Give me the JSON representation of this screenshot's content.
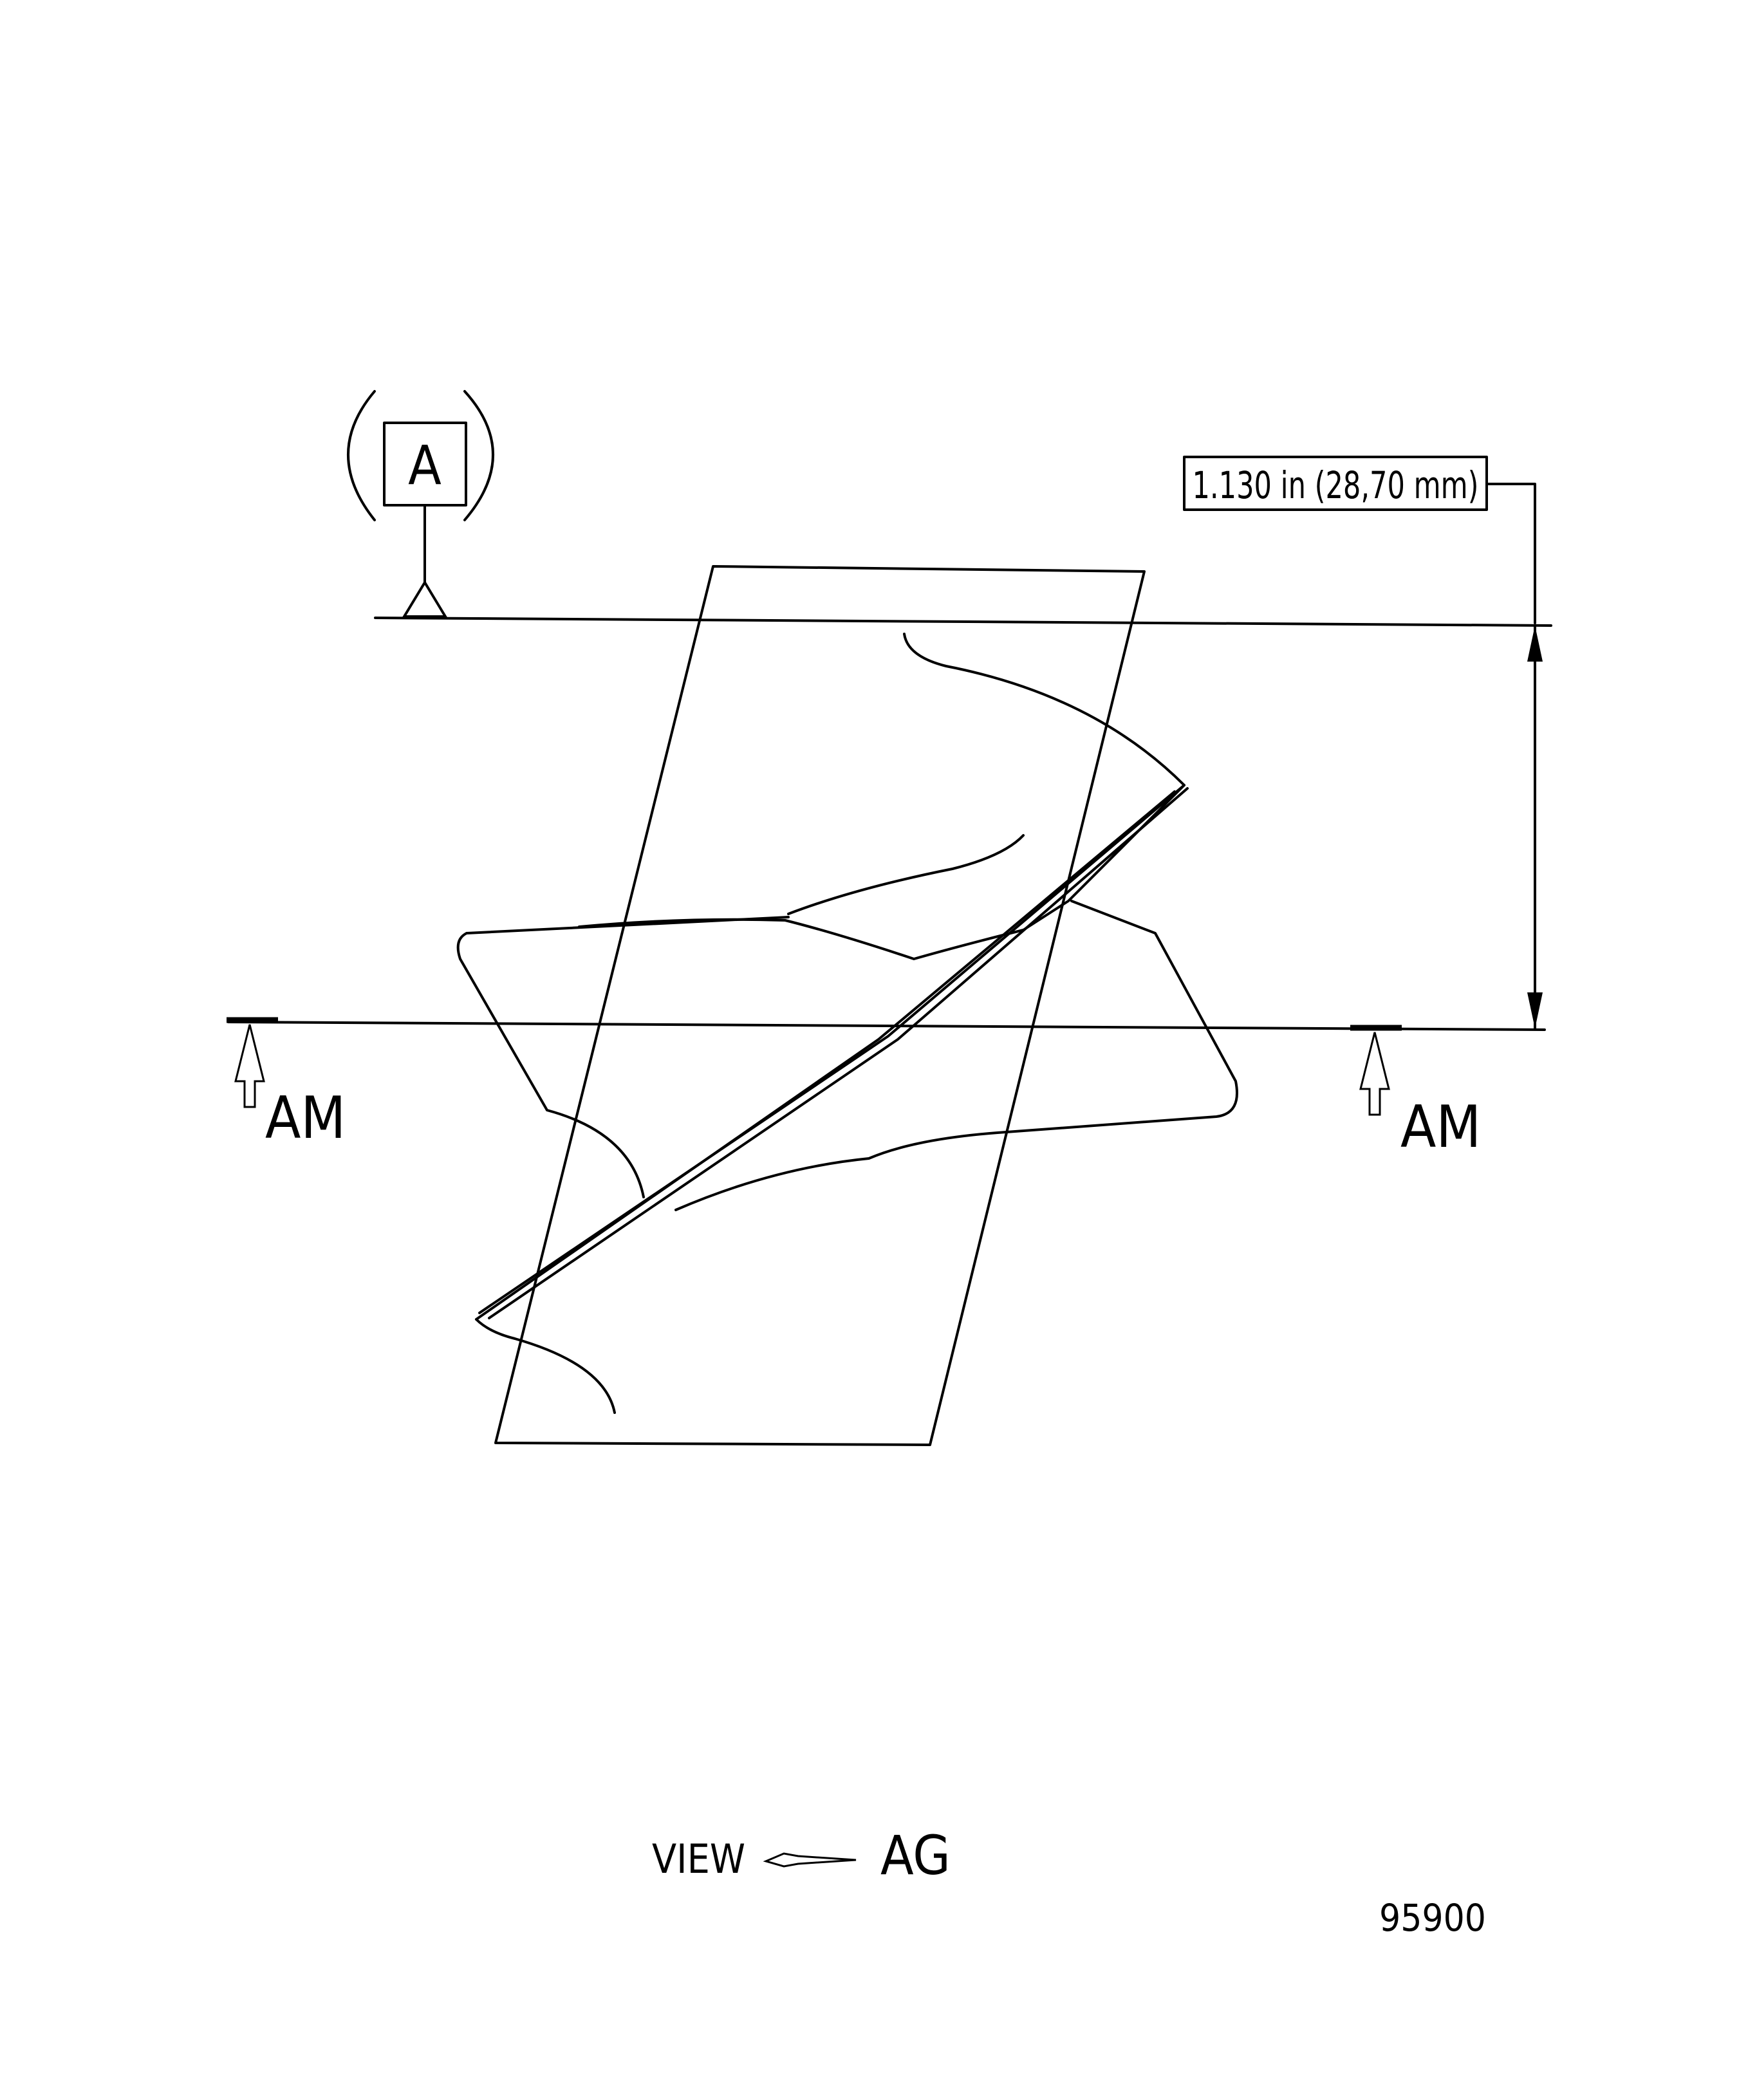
{
  "datum": {
    "letter": "A"
  },
  "dimension": {
    "label": "1.130 in (28,70 mm)"
  },
  "section_marks": {
    "left": "AM",
    "right": "AM"
  },
  "view": {
    "prefix": "VIEW",
    "target": "AG"
  },
  "figure_number": "95900"
}
